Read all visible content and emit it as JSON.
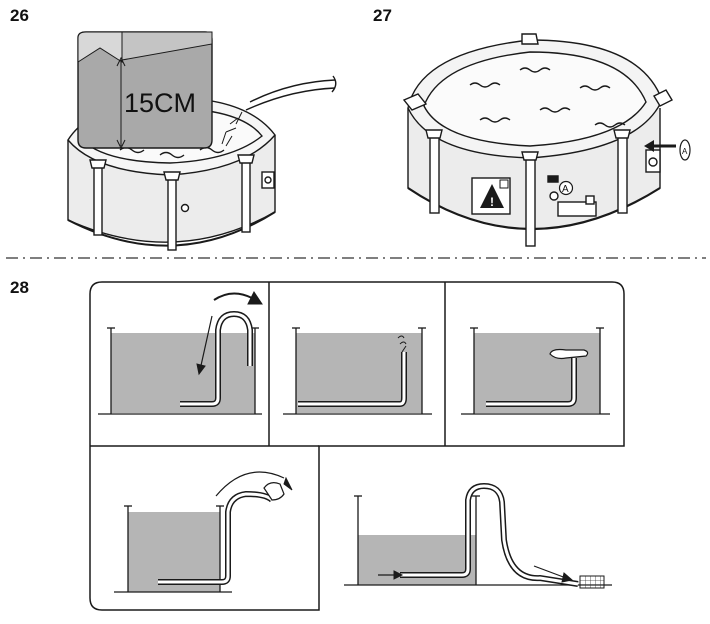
{
  "steps": {
    "s26": "26",
    "s27": "27",
    "s28": "28"
  },
  "callouts": {
    "depth": "15CM",
    "valve_marker": "A"
  },
  "colors": {
    "line": "#1a1a1a",
    "water_fill": "#b5b5b5",
    "callout_fill": "#a9a9a9",
    "pool_wall": "#e6e6e6",
    "pool_liner": "#f4f4f4",
    "divider": "#333333"
  },
  "icons": {
    "warning": "warning-triangle-icon",
    "faucet": "faucet-icon",
    "hand": "hand-icon",
    "drain_grate": "drain-grate-icon"
  }
}
